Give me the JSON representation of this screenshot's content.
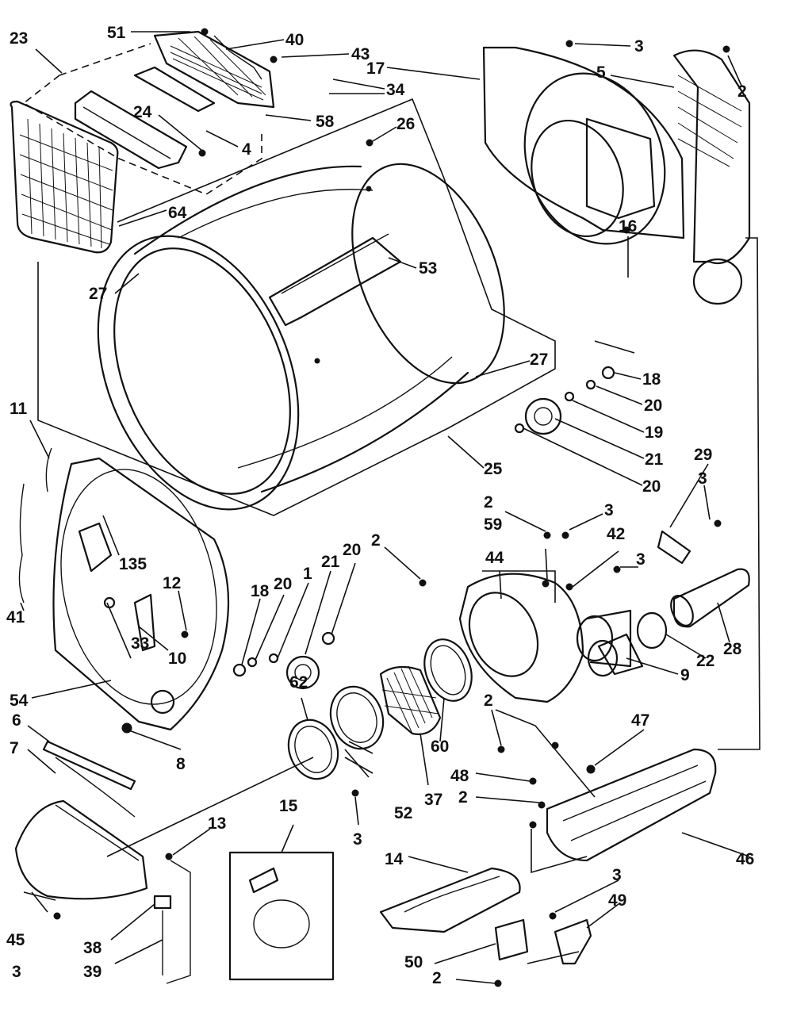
{
  "labels": {
    "p23": "23",
    "p51": "51",
    "p40": "40",
    "p43": "43",
    "p17": "17",
    "p34": "34",
    "p24": "24",
    "p4": "4",
    "p58": "58",
    "p26": "26",
    "p3a": "3",
    "p5": "5",
    "p2a": "2",
    "p64": "64",
    "p27a": "27",
    "p53": "53",
    "p16": "16",
    "p27b": "27",
    "p18a": "18",
    "p20a": "20",
    "p19": "19",
    "p21a": "21",
    "p20b": "20",
    "p25": "25",
    "p11": "11",
    "p29": "29",
    "p3b": "3",
    "p135": "135",
    "p2b": "2",
    "p3c": "3",
    "p59": "59",
    "p42": "42",
    "p2c": "2",
    "p44": "44",
    "p20c": "20",
    "p21b": "21",
    "p1": "1",
    "p20d": "20",
    "p18b": "18",
    "p12": "12",
    "p41": "41",
    "p3d": "3",
    "p33": "33",
    "p10": "10",
    "p22": "22",
    "p28": "28",
    "p9": "9",
    "p54": "54",
    "p62": "62",
    "p60": "60",
    "p2d": "2",
    "p47": "47",
    "p6": "6",
    "p8": "8",
    "p7": "7",
    "p48": "48",
    "p2e": "2",
    "p52": "52",
    "p37": "37",
    "p3e": "3",
    "p15": "15",
    "p13": "13",
    "p14": "14",
    "p46": "46",
    "p3f": "3",
    "p49": "49",
    "p45": "45",
    "p38": "38",
    "p3g": "3",
    "p39": "39",
    "p50": "50",
    "p2f": "2"
  }
}
